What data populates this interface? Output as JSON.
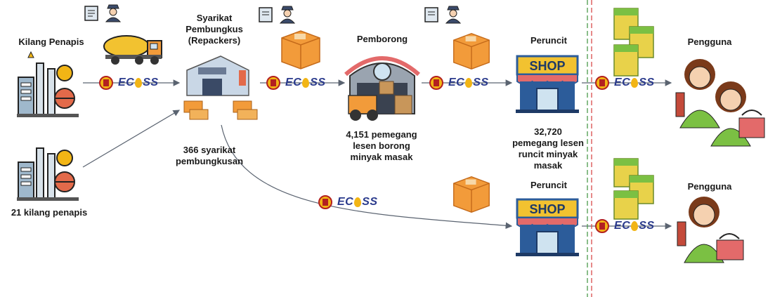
{
  "nodes": {
    "refinery_top": {
      "label": "Kilang Penapis"
    },
    "refinery_bottom": {
      "label": "21 kilang penapis"
    },
    "repackers": {
      "label_line1": "Syarikat",
      "label_line2": "Pembungkus",
      "label_line3": "(Repackers)",
      "count_line1": "366 syarikat",
      "count_line2": "pembungkusan"
    },
    "wholesaler": {
      "label": "Pemborong",
      "count_line1": "4,151 pemegang",
      "count_line2": "lesen borong",
      "count_line3": "minyak masak"
    },
    "retailer_top": {
      "label": "Peruncit",
      "sign": "SHOP",
      "count_line1": "32,720",
      "count_line2": "pemegang lesen",
      "count_line3": "runcit minyak",
      "count_line4": "masak"
    },
    "retailer_bottom": {
      "label": "Peruncit",
      "sign": "SHOP"
    },
    "consumer_top": {
      "label": "Pengguna"
    },
    "consumer_bottom": {
      "label": "Pengguna"
    }
  },
  "logo": {
    "text": "EC",
    "text2": "SS"
  },
  "colors": {
    "orange": "#f29b3a",
    "truck": "#f2c230",
    "divider_green": "#4a9a4a",
    "divider_red": "#d94a4a",
    "shop_blue": "#2c5c9a",
    "bag_green": "#7bc043",
    "bag_yellow": "#e8d24a"
  }
}
